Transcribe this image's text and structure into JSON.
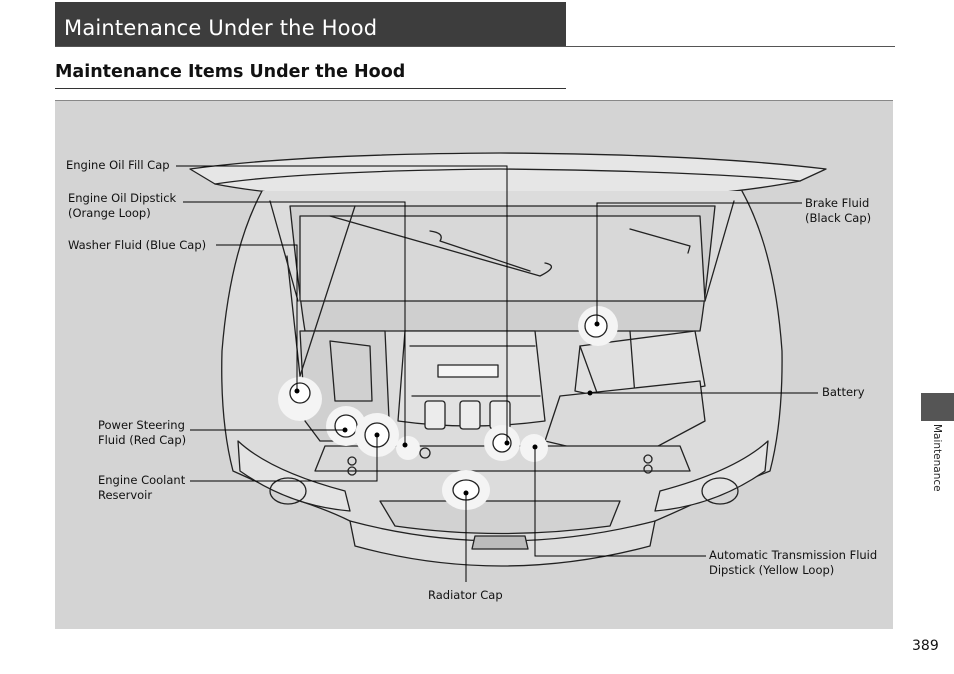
{
  "header": {
    "title": "Maintenance Under the Hood",
    "subtitle": "Maintenance Items Under the Hood"
  },
  "figure": {
    "labels": {
      "engine_oil_fill_cap": "Engine Oil Fill Cap",
      "engine_oil_dipstick": "Engine Oil Dipstick\n(Orange Loop)",
      "washer_fluid": "Washer Fluid (Blue Cap)",
      "power_steering_fluid": "Power Steering\nFluid (Red Cap)",
      "engine_coolant_reservoir": "Engine Coolant\nReservoir",
      "radiator_cap": "Radiator Cap",
      "brake_fluid": "Brake Fluid\n(Black Cap)",
      "battery": "Battery",
      "automatic_transmission_fluid": "Automatic Transmission Fluid\nDipstick (Yellow Loop)"
    }
  },
  "side_tab": {
    "label": "Maintenance"
  },
  "page_number": "389"
}
